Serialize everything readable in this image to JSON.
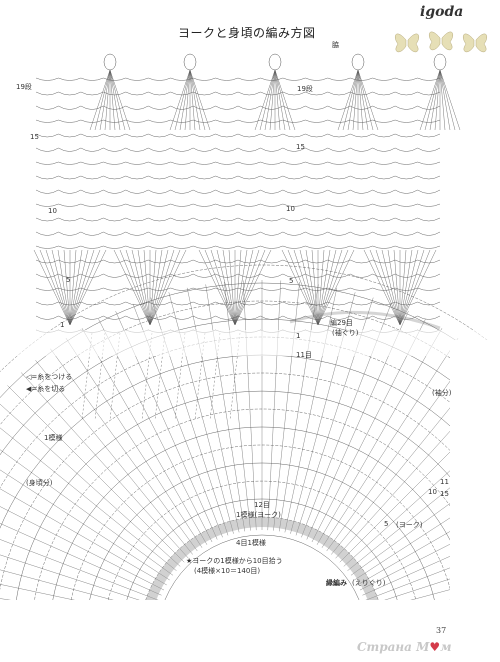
{
  "page": {
    "title": "ヨークと身頃の編み方図",
    "brand": "igoda",
    "page_number": "37",
    "watermark": {
      "prefix": "Страна М",
      "suffix": "м"
    }
  },
  "body_chart": {
    "row_labels": {
      "r19_left": "19段",
      "r19_right": "19段",
      "r15_left": "15",
      "r15_right": "15",
      "r10_left": "10",
      "r10_right": "10",
      "r5_left": "5",
      "r5_right": "5",
      "r1": "1",
      "r1_right": "1"
    },
    "side_label": "脇",
    "rows_note": "編29目",
    "rows_note_sub": "(袖ぐり)",
    "row11_label": "11目"
  },
  "legend": {
    "attach": "=糸をつける",
    "cut": "=糸を切る"
  },
  "yoke_chart": {
    "sleeve_label": "(袖分)",
    "body_label": "(身頃分)",
    "pattern_label": "1模様",
    "rows": {
      "r12": "12目",
      "r1_pattern": "1模様(ヨーク)",
      "r4": "4目1模様",
      "r5": "5",
      "r5_note": "(ヨーク)",
      "r10": "10",
      "r11": "11",
      "r15": "15"
    },
    "note_line1": "★ヨークの1模様から10目拾う",
    "note_line2": "(4模様×10＝140目)",
    "neck_label": "縁編み",
    "neck_note": "(えりぐり)"
  }
}
